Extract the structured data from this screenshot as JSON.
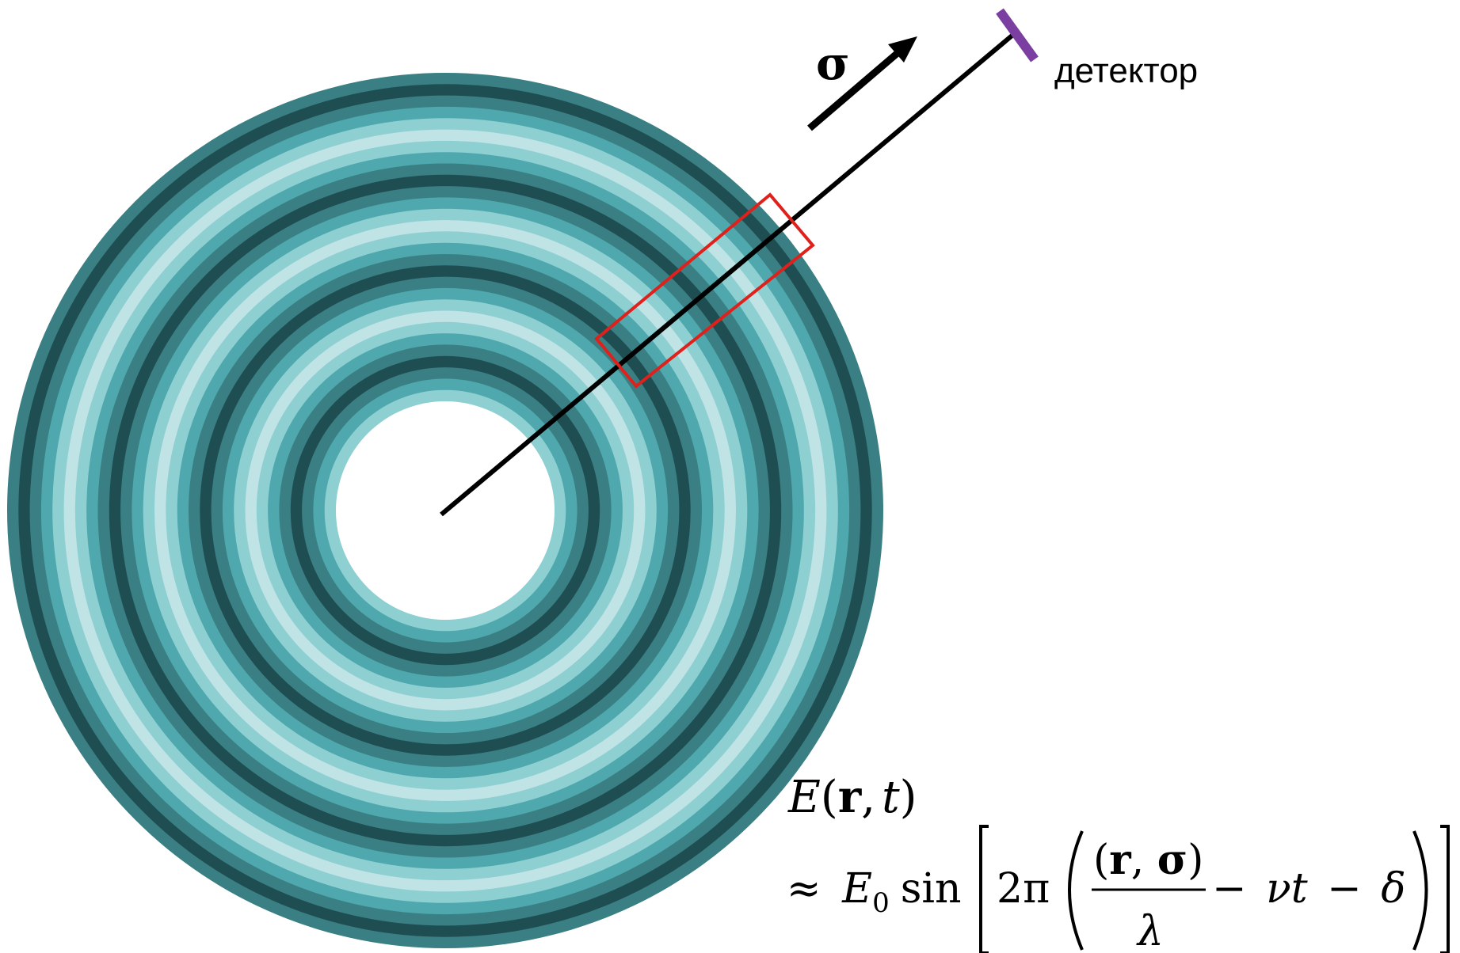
{
  "diagram": {
    "sigma_label": "σ",
    "detector_label": "детектор",
    "formula": {
      "line1": {
        "E": "E",
        "open_paren": "(",
        "r": "r",
        "comma": ",",
        "t": "t",
        "close_paren": ")"
      },
      "line2": {
        "approx": "≈",
        "E": "E",
        "sub0": "0",
        "sin": "sin",
        "two_pi": "2π",
        "numerator": {
          "open": "(",
          "r": "r",
          "comma": ", ",
          "sigma": "σ",
          "close": ")"
        },
        "denominator": "λ",
        "minus1": "−",
        "nu": "ν",
        "t": "t",
        "minus2": "−",
        "delta": "δ"
      }
    },
    "colors": {
      "darkest": "#1f4e52",
      "dark": "#3a7f83",
      "medium": "#4ea8ad",
      "light": "#8ecfd2",
      "lightest": "#c0e3e5",
      "highlight_box": "#e0201a",
      "detector": "#7a3fa0",
      "ray": "#000000"
    }
  }
}
